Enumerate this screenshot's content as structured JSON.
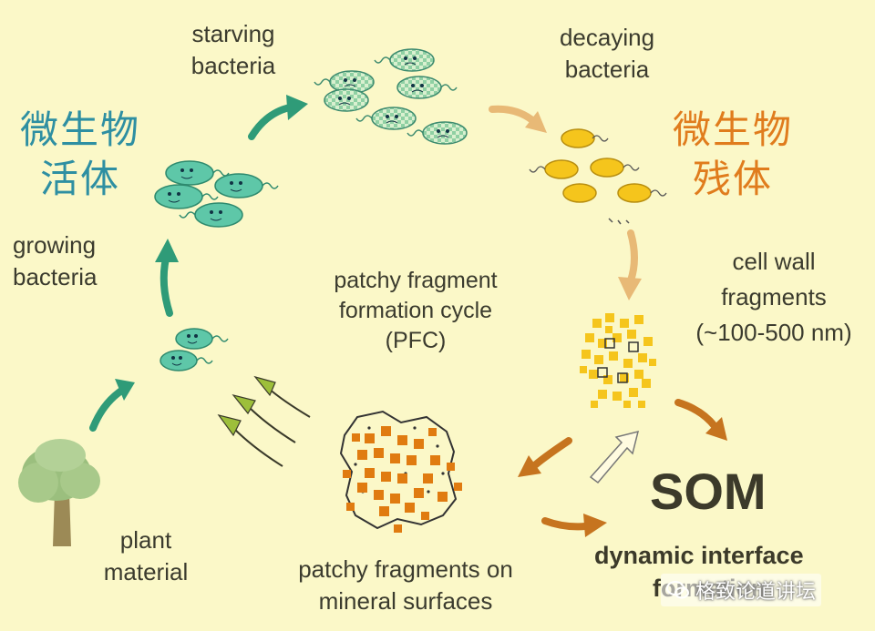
{
  "labels": {
    "starving": [
      "starving",
      "bacteria"
    ],
    "decaying": [
      "decaying",
      "bacteria"
    ],
    "growing": [
      "growing",
      "bacteria"
    ],
    "plant": [
      "plant",
      "material"
    ],
    "pfc": [
      "patchy fragment",
      "formation cycle",
      "(PFC)"
    ],
    "cell_wall": [
      "cell wall",
      "fragments",
      "(~100-500 nm)"
    ],
    "patchy_fragments": [
      "patchy fragments on",
      "mineral surfaces"
    ],
    "som": "SOM",
    "dynamic": [
      "dynamic interface",
      "formation"
    ]
  },
  "cjk": {
    "living": [
      "微生物",
      "活体"
    ],
    "residue": [
      "微生物",
      "残体"
    ]
  },
  "watermark": "格致论道讲坛",
  "colors": {
    "background": "#fbf8c8",
    "teal_label": "#2e8fa2",
    "orange_label": "#e07c1d",
    "live_bacteria": "#5ec7a8",
    "dead_bacteria": "#f5c51c",
    "fragments": "#e07b10",
    "teal_arrow": "#2f9b78",
    "tan_arrow": "#e8b976",
    "brown_arrow": "#c6741f",
    "green_arrow": "#9dbf3a"
  }
}
